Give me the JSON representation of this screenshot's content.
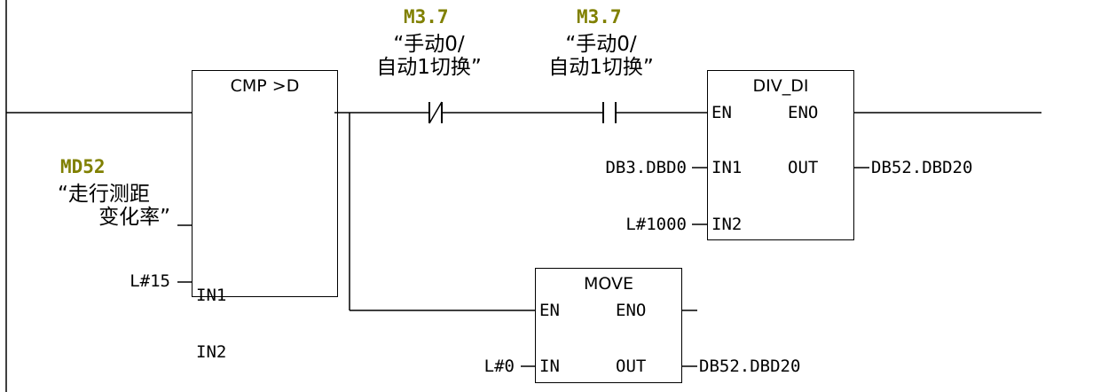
{
  "colors": {
    "address": "#808000",
    "line": "#000000",
    "background": "#ffffff"
  },
  "cmp": {
    "title": "CMP >D",
    "in1_pin": "IN1",
    "in2_pin": "IN2",
    "in1_address": "MD52",
    "in1_comment": [
      "“走行测距",
      "变化率”"
    ],
    "in2_value": "L#15"
  },
  "contact_nc": {
    "address": "M3.7",
    "comment": [
      "“手动0/",
      "自动1切换”"
    ]
  },
  "contact_no": {
    "address": "M3.7",
    "comment": [
      "“手动0/",
      "自动1切换”"
    ]
  },
  "div": {
    "title": "DIV_DI",
    "en": "EN",
    "eno": "ENO",
    "in1_pin": "IN1",
    "in2_pin": "IN2",
    "out_pin": "OUT",
    "in1_operand": "DB3.DBD0",
    "in2_operand": "L#1000",
    "out_operand": "DB52.DBD20"
  },
  "move": {
    "title": "MOVE",
    "en": "EN",
    "eno": "ENO",
    "in_pin": "IN",
    "out_pin": "OUT",
    "in_operand": "L#0",
    "out_operand": "DB52.DBD20"
  }
}
